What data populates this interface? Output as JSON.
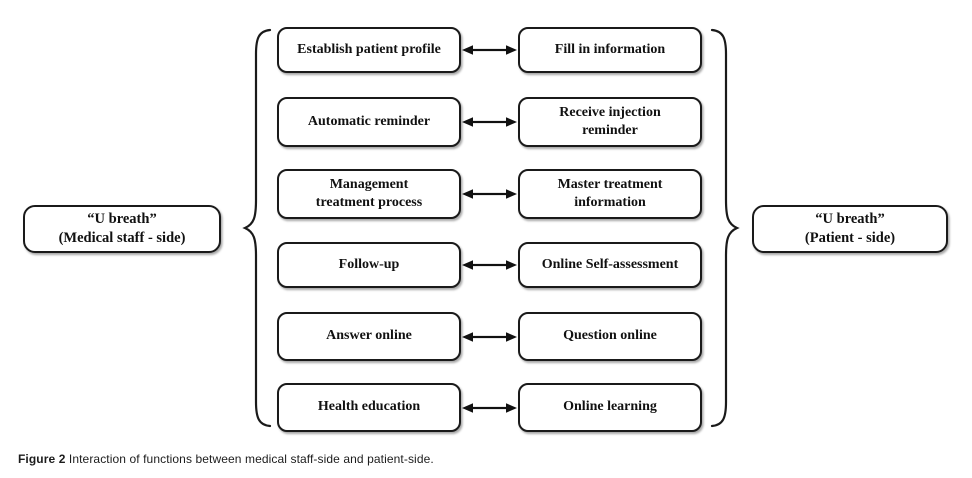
{
  "figure": {
    "caption_label": "Figure 2",
    "caption_text": " Interaction of functions between medical staff-side and patient-side."
  },
  "left_panel": {
    "line1": "“U breath”",
    "line2": "(Medical staff - side)"
  },
  "right_panel": {
    "line1": "“U breath”",
    "line2": "(Patient - side)"
  },
  "rows": [
    {
      "left": "Establish patient profile",
      "right": "Fill in information"
    },
    {
      "left": "Automatic reminder",
      "right": "Receive injection\nreminder"
    },
    {
      "left": "Management\ntreatment process",
      "right": "Master treatment\ninformation"
    },
    {
      "left": "Follow-up",
      "right": "Online Self-assessment"
    },
    {
      "left": "Answer online",
      "right": "Question online"
    },
    {
      "left": "Health education",
      "right": "Online learning"
    }
  ],
  "colors": {
    "border": "#1a1a1a",
    "text": "#111111",
    "background": "#ffffff",
    "arrow": "#111111"
  }
}
